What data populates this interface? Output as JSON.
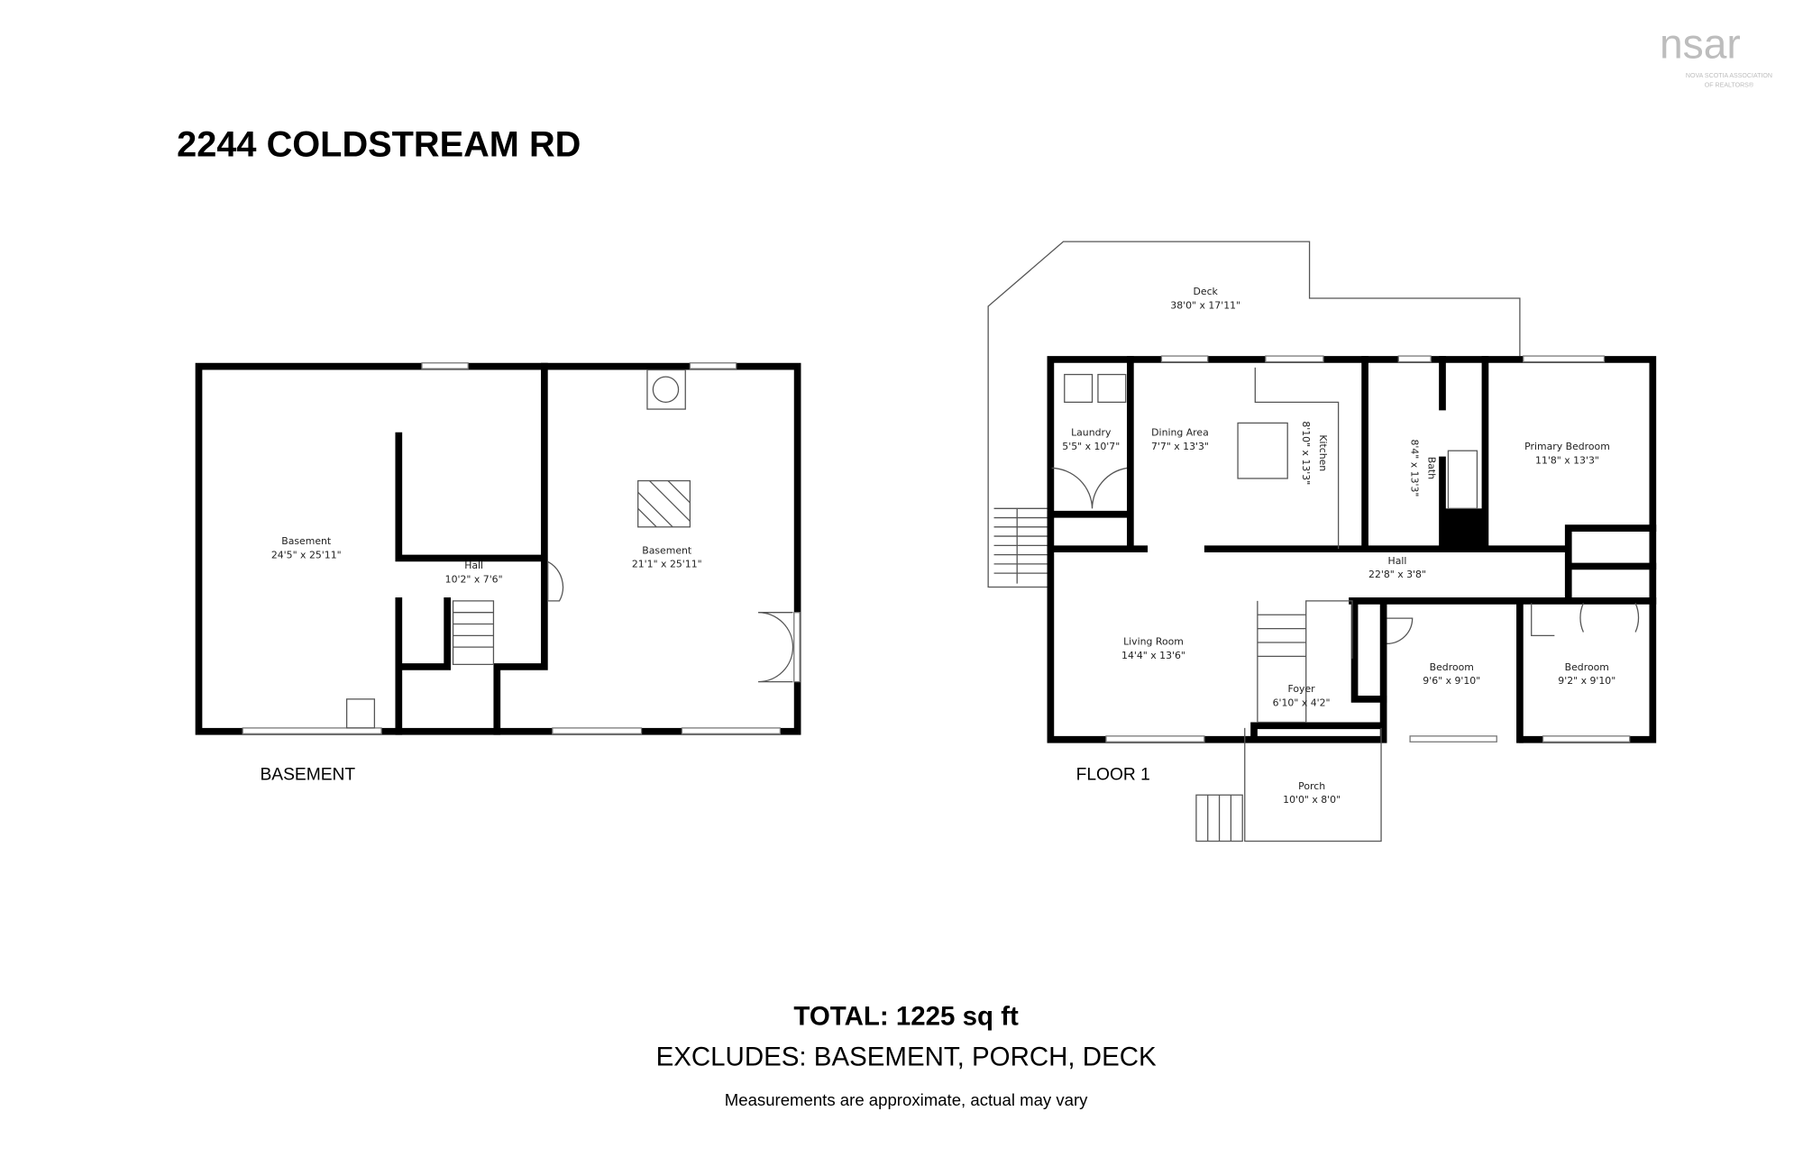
{
  "title": "2244 COLDSTREAM RD",
  "logo": {
    "text": "nsar",
    "line1": "NOVA SCOTIA ASSOCIATION",
    "line2": "OF REALTORS®",
    "color": "#bdbdbd"
  },
  "basement": {
    "label": "BASEMENT",
    "rooms": [
      {
        "name": "Basement",
        "dims": "24'5\" x 25'11\""
      },
      {
        "name": "Hall",
        "dims": "10'2\" x 7'6\""
      },
      {
        "name": "Basement",
        "dims": "21'1\" x 25'11\""
      }
    ]
  },
  "floor1": {
    "label": "FLOOR 1",
    "rooms": [
      {
        "name": "Deck",
        "dims": "38'0\" x 17'11\""
      },
      {
        "name": "Laundry",
        "dims": "5'5\" x 10'7\""
      },
      {
        "name": "Dining Area",
        "dims": "7'7\" x 13'3\""
      },
      {
        "name": "Kitchen",
        "dims": "8'10\" x 13'3\""
      },
      {
        "name": "Bath",
        "dims": "8'4\" x 13'3\""
      },
      {
        "name": "Primary Bedroom",
        "dims": "11'8\" x 13'3\""
      },
      {
        "name": "Hall",
        "dims": "22'8\" x 3'8\""
      },
      {
        "name": "Living Room",
        "dims": "14'4\" x 13'6\""
      },
      {
        "name": "Foyer",
        "dims": "6'10\" x 4'2\""
      },
      {
        "name": "Bedroom",
        "dims": "9'6\" x 9'10\""
      },
      {
        "name": "Bedroom",
        "dims": "9'2\" x 9'10\""
      },
      {
        "name": "Porch",
        "dims": "10'0\" x 8'0\""
      }
    ]
  },
  "footer": {
    "total": "TOTAL: 1225 sq ft",
    "excludes": "EXCLUDES: BASEMENT, PORCH, DECK",
    "note": "Measurements are approximate, actual may vary"
  }
}
